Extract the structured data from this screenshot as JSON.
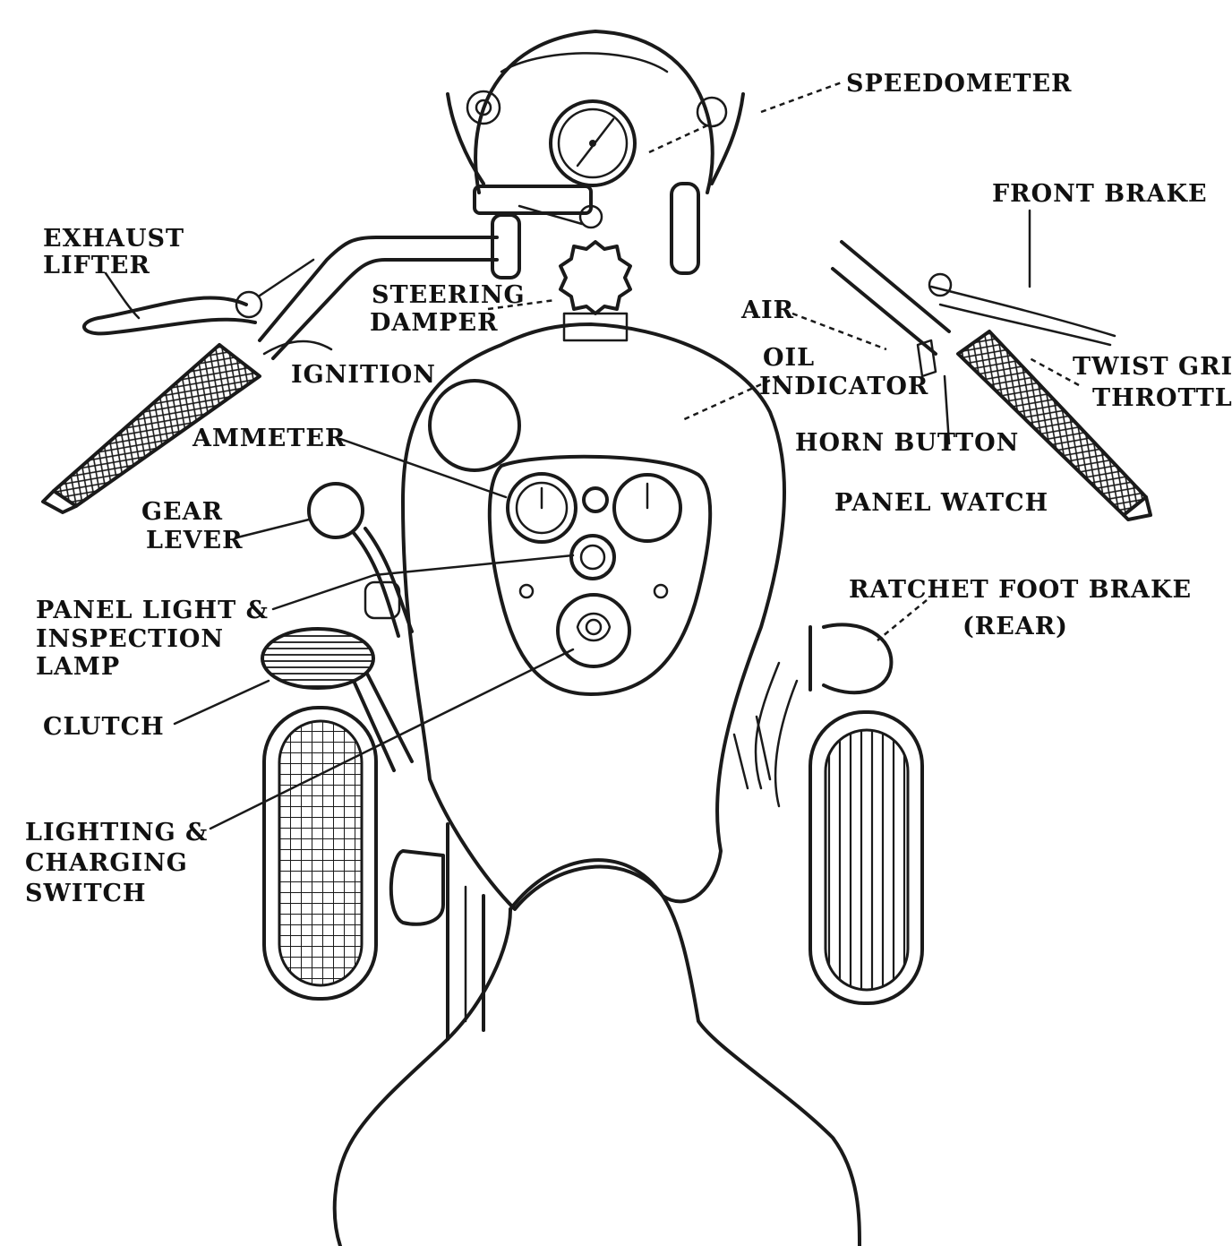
{
  "diagram": {
    "labels": {
      "speedometer": "SPEEDOMETER",
      "front_brake": "FRONT BRAKE",
      "exhaust_lifter_1": "EXHAUST",
      "exhaust_lifter_2": "LIFTER",
      "steering_damper_1": "STEERING",
      "steering_damper_2": "DAMPER",
      "air": "AIR",
      "oil_indicator_1": "OIL",
      "oil_indicator_2": "INDICATOR",
      "twist_grip_1": "TWIST GRIP",
      "twist_grip_2": "THROTTLE",
      "ignition": "IGNITION",
      "ammeter": "AMMETER",
      "horn_button": "HORN BUTTON",
      "panel_watch": "PANEL WATCH",
      "gear_lever_1": "GEAR",
      "gear_lever_2": "LEVER",
      "panel_light_1": "PANEL LIGHT &",
      "panel_light_2": "INSPECTION",
      "panel_light_3": "LAMP",
      "ratchet_foot_brake_1": "RATCHET FOOT BRAKE",
      "ratchet_foot_brake_2": "(REAR)",
      "clutch": "CLUTCH",
      "lighting_switch_1": "LIGHTING &",
      "lighting_switch_2": "CHARGING",
      "lighting_switch_3": "SWITCH"
    }
  }
}
